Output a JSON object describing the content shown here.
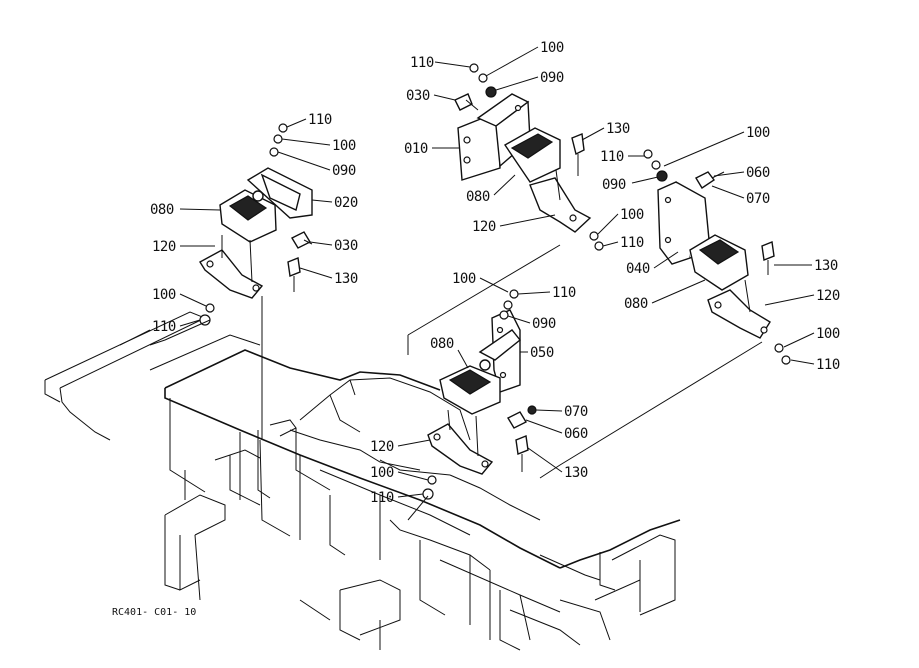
{
  "drawing_code": "RC401- C01- 10",
  "labels": {
    "l110_a": "110",
    "l100_a": "100",
    "l090_a": "090",
    "l030_a": "030",
    "l010": "010",
    "l130_a": "130",
    "l080_a": "080",
    "l120_a": "120",
    "l100_b": "100",
    "l110_b": "110",
    "l100_c": "100",
    "l110_c": "110",
    "l090_c": "090",
    "l060_c": "060",
    "l070_c": "070",
    "l040": "040",
    "l130_c": "130",
    "l080_c": "080",
    "l120_c": "120",
    "l100_d": "100",
    "l110_d": "110",
    "l110_e": "110",
    "l100_e": "100",
    "l090_e": "090",
    "l080_e": "080",
    "l020": "020",
    "l120_e": "120",
    "l030_e": "030",
    "l130_e": "130",
    "l100_f": "100",
    "l110_f": "110",
    "l100_g": "100",
    "l110_g": "110",
    "l090_g": "090",
    "l080_g": "080",
    "l050": "050",
    "l070_g": "070",
    "l060_g": "060",
    "l120_g": "120",
    "l130_g": "130",
    "l100_h": "100",
    "l110_h": "110"
  }
}
